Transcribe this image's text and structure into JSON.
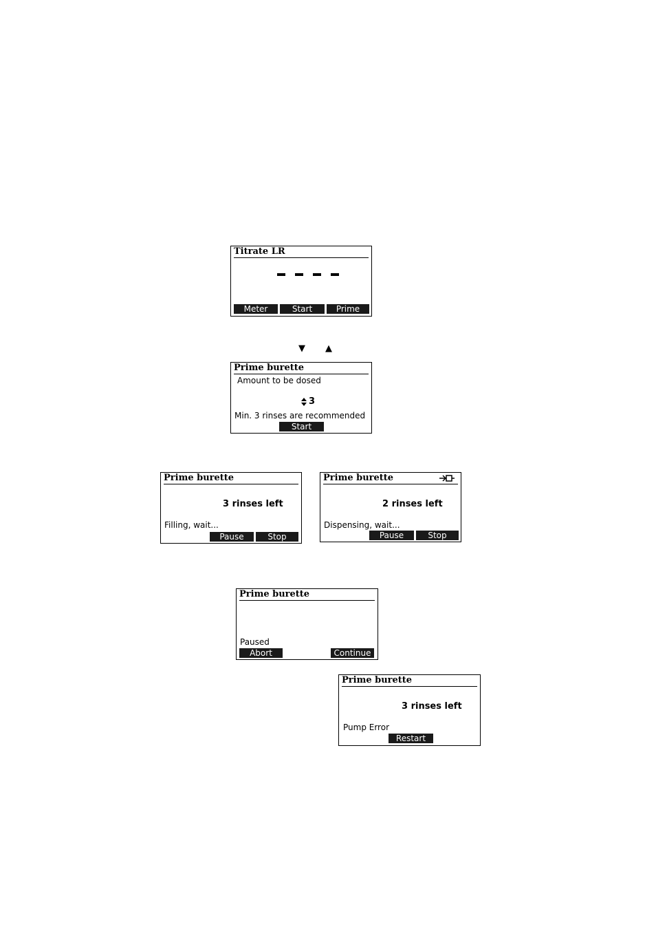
{
  "screen_titrate": {
    "title": "Titrate LR",
    "keys": [
      "Meter",
      "Start",
      "Prime"
    ]
  },
  "arrows": [
    "▼",
    "▲"
  ],
  "screen_prime_setup": {
    "title": "Prime burette",
    "label": "Amount to be dosed",
    "value": "3",
    "value_icon": "up-down-icon",
    "hint": "Min. 3 rinses are recommended",
    "key": "Start"
  },
  "screen_filling": {
    "title": "Prime burette",
    "rinses": "3 rinses left",
    "status": "Filling, wait...",
    "keys": [
      "Pause",
      "Stop"
    ]
  },
  "screen_dispensing": {
    "title": "Prime burette",
    "title_icon": "pump-icon",
    "rinses": "2 rinses left",
    "status": "Dispensing, wait...",
    "keys": [
      "Pause",
      "Stop"
    ]
  },
  "screen_paused": {
    "title": "Prime burette",
    "status": "Paused",
    "keys": [
      "Abort",
      "Continue"
    ]
  },
  "screen_error": {
    "title": "Prime burette",
    "rinses": "3 rinses left",
    "status": "Pump Error",
    "key": "Restart"
  }
}
